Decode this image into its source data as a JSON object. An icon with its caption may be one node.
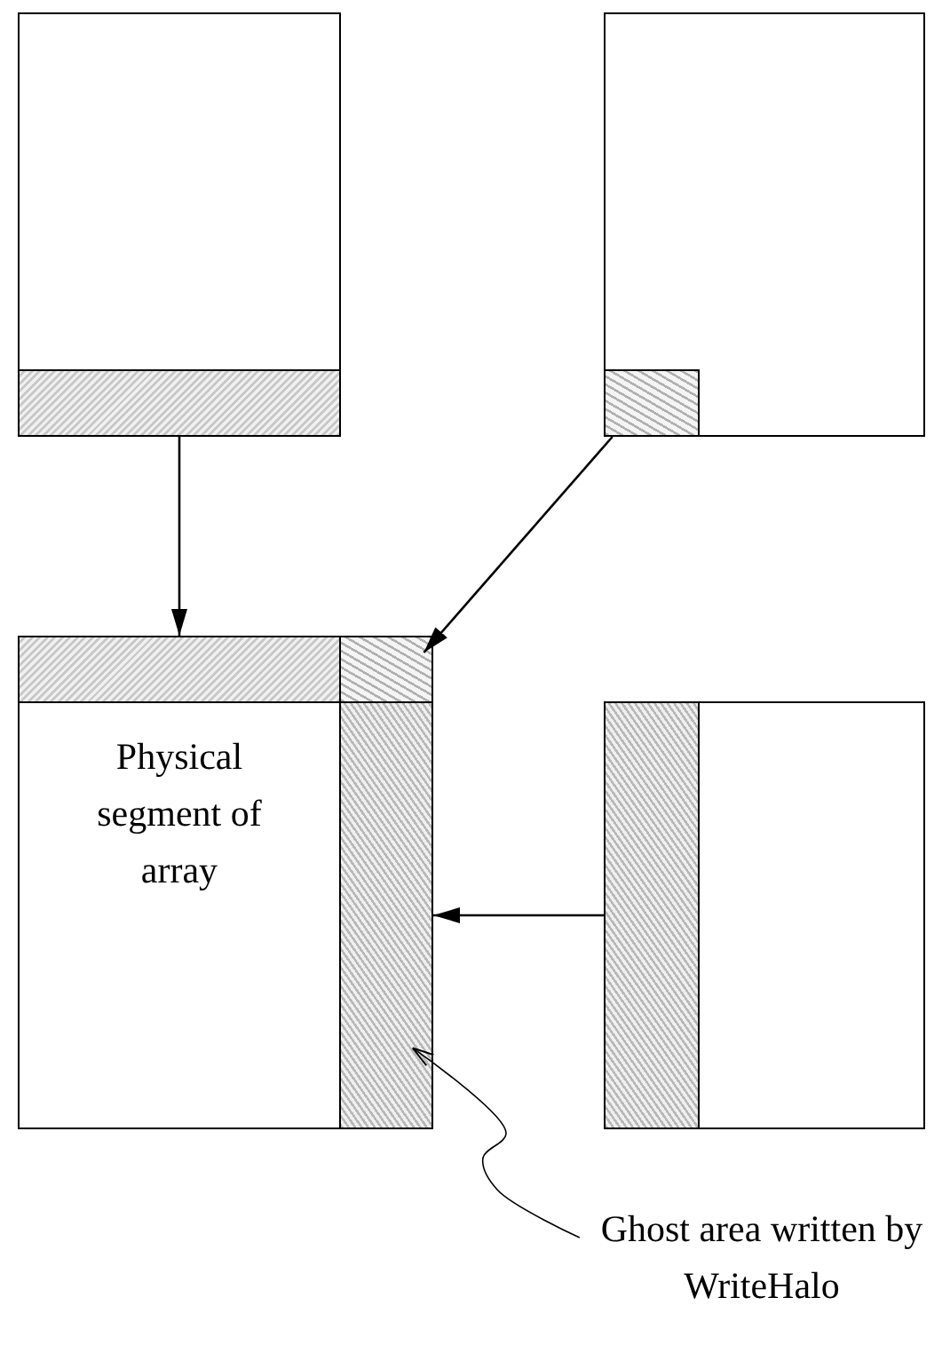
{
  "diagram": {
    "nodes": [
      {
        "text": [],
        "shape": "box"
      },
      {
        "text": [],
        "shape": "bar",
        "in": 0
      },
      {
        "text": [],
        "shape": "box"
      },
      {
        "text": [],
        "shape": "bar",
        "in": 2
      },
      {
        "text": [],
        "shape": "bar"
      },
      {
        "text": [],
        "shape": "bar"
      },
      {
        "text": [
          "Physical segment of array"
        ]
      },
      {
        "text": [],
        "shape": "bar"
      },
      {
        "text": [],
        "shape": "box"
      },
      {
        "text": [],
        "shape": "bar",
        "in": 8
      },
      {
        "text": [
          "Ghost area written by WriteHalo"
        ]
      }
    ],
    "edges": [
      {
        "from": 1,
        "to": 4,
        "arrow": "to"
      },
      {
        "from": 3,
        "to": 5,
        "arrow": "to"
      },
      {
        "from": 9,
        "to": 7,
        "arrow": "to"
      },
      {
        "from": 10,
        "to": 7,
        "arrow": "to"
      }
    ]
  }
}
